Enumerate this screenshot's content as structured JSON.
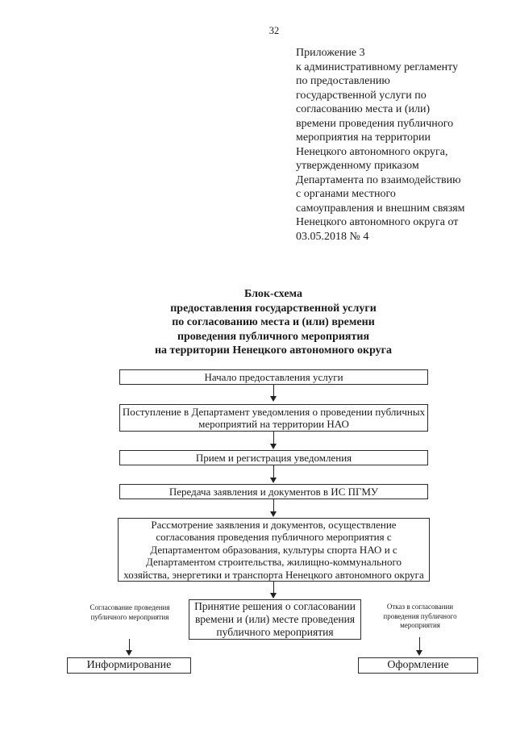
{
  "page": {
    "number": "32"
  },
  "appendix": {
    "text": "Приложение 3\nк административному регламенту\nпо предоставлению\nгосударственной услуги по\nсогласованию места и (или)\nвремени проведения публичного\nмероприятия на территории\nНенецкого автономного округа,\nутвержденному приказом\nДепартамента по взаимодействию\nс органами местного\nсамоуправления и внешним связям\nНенецкого автономного округа от\n03.05.2018 № 4"
  },
  "title": {
    "text": "Блок-схема\nпредоставления государственной услуги\nпо согласованию места и (или) времени\nпроведения публичного мероприятия\nна территории Ненецкого автономного округа"
  },
  "flowchart": {
    "steps": [
      {
        "label": "Начало предоставления услуги"
      },
      {
        "label": "Поступление в Департамент уведомления о проведении публичных мероприятий на территории НАО"
      },
      {
        "label": "Прием и регистрация уведомления"
      },
      {
        "label": "Передача заявления и документов в ИС ПГМУ"
      },
      {
        "label": "Рассмотрение заявления и документов, осуществление согласования проведения публичного мероприятия с Департаментом образования, культуры спорта НАО и с Департаментом строительства, жилищно-коммунального хозяйства, энергетики и транспорта Ненецкого автономного округа"
      },
      {
        "label": "Принятие решения о согласовании времени и (или) месте проведения публичного мероприятия"
      }
    ],
    "branches": {
      "left": {
        "condition": "Согласование проведения публичного мероприятия",
        "result": "Информирование"
      },
      "right": {
        "condition": "Отказ в согласовании проведения публичного мероприятия",
        "result": "Оформление"
      }
    }
  },
  "colors": {
    "background": "#ffffff",
    "text": "#1b1b1b",
    "border": "#2b2b2b"
  }
}
